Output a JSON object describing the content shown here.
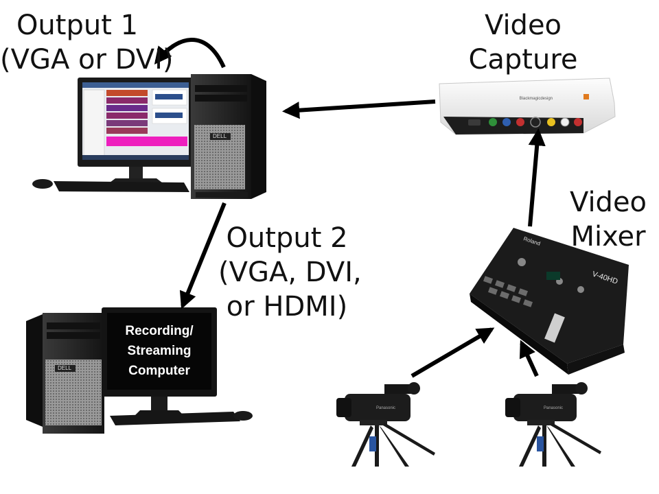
{
  "labels": {
    "output1_line1": "Output 1",
    "output1_line2": "(VGA or DVI)",
    "capture_line1": "Video",
    "capture_line2": "Capture",
    "mixer_line1": "Video",
    "mixer_line2": "Mixer",
    "output2_line1": "Output 2",
    "output2_line2": "(VGA, DVI,",
    "output2_line3": "or HDMI)"
  },
  "recording_computer": {
    "line1": "Recording/",
    "line2": "Streaming",
    "line3": "Computer"
  },
  "device_text": {
    "mixer_brand": "Roland",
    "mixer_model": "V-40HD",
    "tower_brand": "DELL",
    "capture_brand": "Blackmagicdesign",
    "camera_brand": "Panasonic"
  },
  "colors": {
    "arrow": "#000000",
    "capture_body": "#f2f2f2",
    "mixer_body": "#1b1b1b",
    "pc_body": "#2a2a2a"
  }
}
